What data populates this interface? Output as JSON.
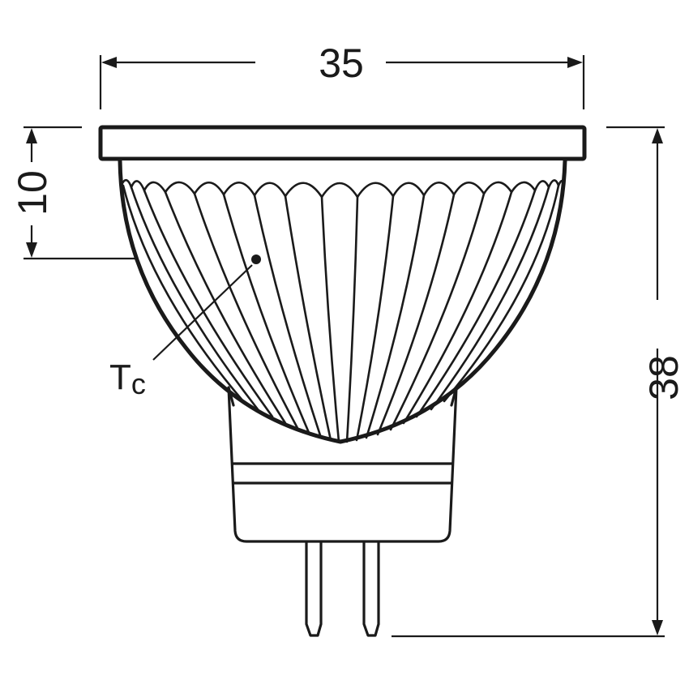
{
  "diagram": {
    "subject": "MR11 LED reflector lamp dimensional drawing",
    "stroke_color": "#1a1a1a",
    "background": "#ffffff",
    "dimensions": {
      "width": {
        "label": "35",
        "orientation": "horizontal"
      },
      "tc_height": {
        "label": "10",
        "orientation": "vertical"
      },
      "total_height": {
        "label": "38",
        "orientation": "vertical"
      }
    },
    "annotations": {
      "tc_label_main": "T",
      "tc_label_sub": "c"
    },
    "parts": [
      "front-rim",
      "reflector-body",
      "base",
      "pin-left",
      "pin-right"
    ]
  }
}
